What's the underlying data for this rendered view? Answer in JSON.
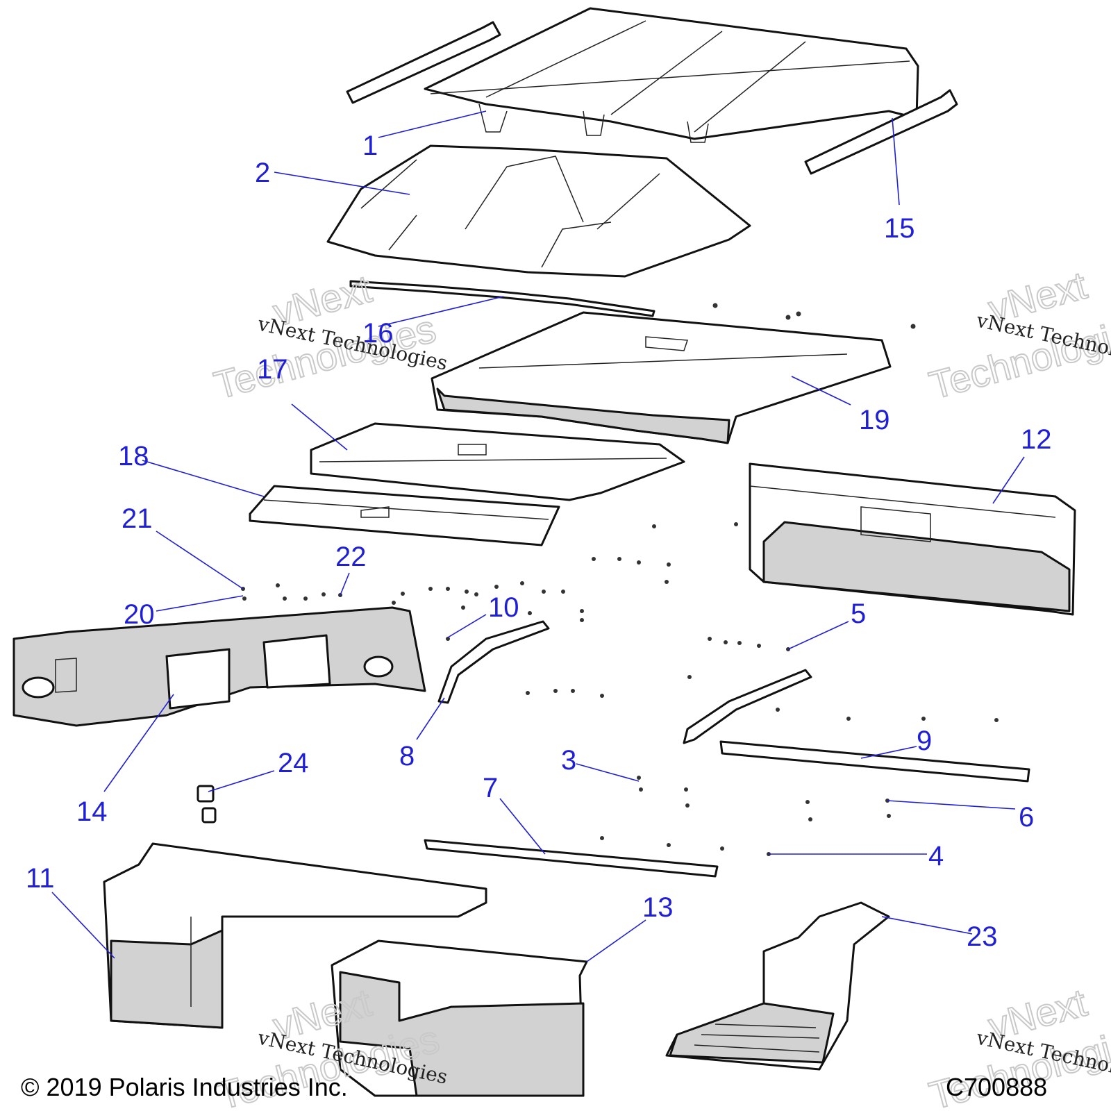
{
  "callouts": [
    {
      "id": "1",
      "label": "1"
    },
    {
      "id": "2",
      "label": "2"
    },
    {
      "id": "3",
      "label": "3"
    },
    {
      "id": "4",
      "label": "4"
    },
    {
      "id": "5",
      "label": "5"
    },
    {
      "id": "6",
      "label": "6"
    },
    {
      "id": "7",
      "label": "7"
    },
    {
      "id": "8",
      "label": "8"
    },
    {
      "id": "9",
      "label": "9"
    },
    {
      "id": "10",
      "label": "10"
    },
    {
      "id": "11",
      "label": "11"
    },
    {
      "id": "12",
      "label": "12"
    },
    {
      "id": "13",
      "label": "13"
    },
    {
      "id": "14",
      "label": "14"
    },
    {
      "id": "15",
      "label": "15"
    },
    {
      "id": "16",
      "label": "16"
    },
    {
      "id": "17",
      "label": "17"
    },
    {
      "id": "18",
      "label": "18"
    },
    {
      "id": "19",
      "label": "19"
    },
    {
      "id": "20",
      "label": "20"
    },
    {
      "id": "21",
      "label": "21"
    },
    {
      "id": "22",
      "label": "22"
    },
    {
      "id": "23",
      "label": "23"
    },
    {
      "id": "24",
      "label": "24"
    }
  ],
  "watermark": {
    "small_text": "vNext Technologies",
    "big_line1": "vNext",
    "big_line2": "Technologies"
  },
  "footer": {
    "copyright": "© 2019 Polaris Industries Inc.",
    "diagram_code": "C700888"
  },
  "colors": {
    "callout": "#1f1fd6",
    "outline": "#111111",
    "shade": "#d2d2d2"
  }
}
